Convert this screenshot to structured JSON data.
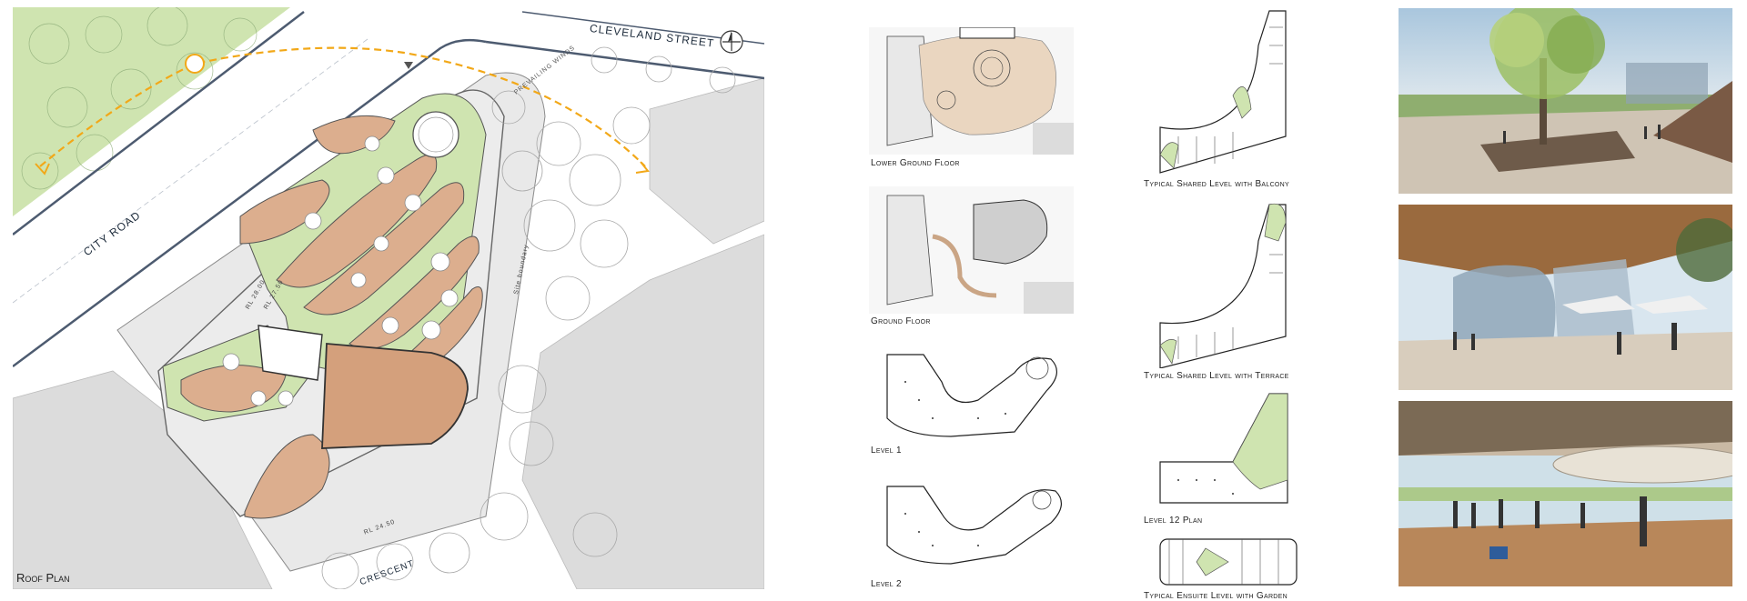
{
  "site_plan": {
    "title": "Roof Plan",
    "streets": {
      "north": "CLEVELAND STREET",
      "west": "CITY ROAD",
      "south": "CRESCENT"
    },
    "annotations": {
      "winds": "PREVAILING WINDS",
      "boundary": "Site boundary",
      "rl_1": "RL 28.00",
      "rl_2": "RL 27.50",
      "rl_3": "RL 24.50"
    },
    "north_icon": "north-arrow-icon"
  },
  "floor_plans": {
    "col1": [
      {
        "label": "Lower Ground Floor"
      },
      {
        "label": "Ground Floor"
      },
      {
        "label": "Level 1"
      },
      {
        "label": "Level 2"
      }
    ],
    "col2": [
      {
        "label": "Typical Shared Level with Balcony"
      },
      {
        "label": "Typical Shared Level with Terrace"
      },
      {
        "label": "Level 12 Plan"
      },
      {
        "label": "Typical Ensuite Level with Garden"
      }
    ]
  },
  "renders": [
    {
      "name": "plaza-with-tree"
    },
    {
      "name": "canopy-cafe-terrace"
    },
    {
      "name": "interior-ground-floor"
    }
  ],
  "colors": {
    "green": "#cfe4b0",
    "terracotta": "#dcae8e",
    "grey": "#dcdcdc",
    "route": "#f2a818",
    "road_edge": "#4d5b70"
  }
}
